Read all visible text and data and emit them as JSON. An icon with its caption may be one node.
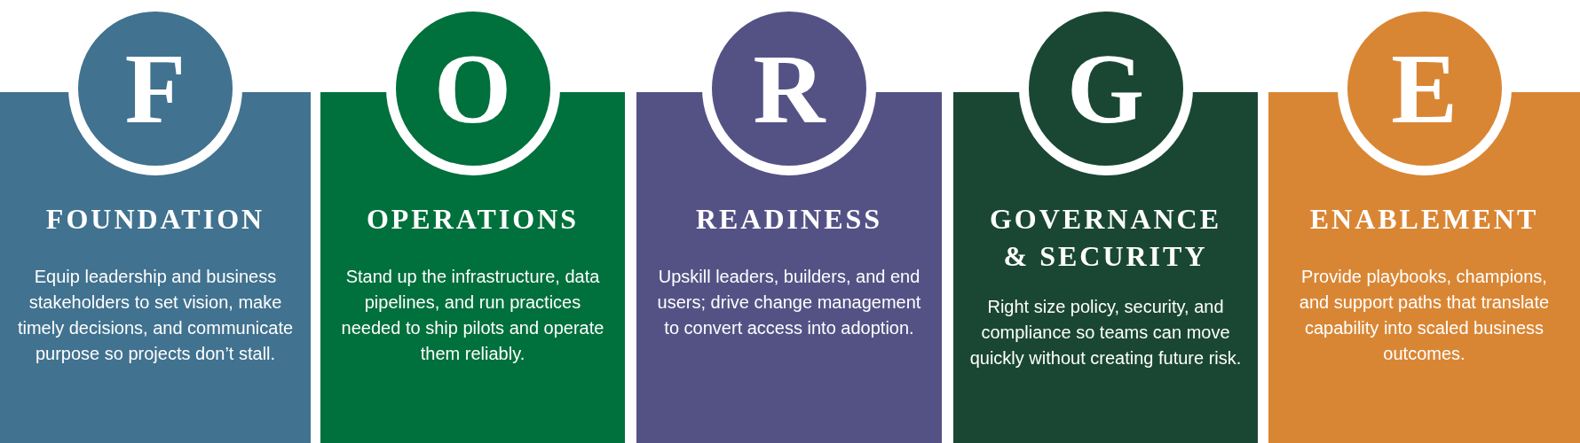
{
  "diagram": {
    "nodes": [
      {
        "text": [
          "FOUNDATION",
          "Equip leadership and business stakeholders to set vision, make timely decisions, and communicate purpose so projects don’t stall."
        ]
      },
      {
        "text": [
          "F"
        ],
        "in": 0
      },
      {
        "text": [
          "OPERATIONS",
          "Stand up the infrastructure, data pipelines, and run practices needed to ship pilots and operate them reliably."
        ]
      },
      {
        "text": [
          "O"
        ],
        "in": 2
      },
      {
        "text": [
          "READINESS",
          "Upskill leaders, builders, and end users; drive change management to convert access into adoption."
        ]
      },
      {
        "text": [
          "R"
        ],
        "in": 4
      },
      {
        "text": [
          "GOVERNANCE & SECURITY",
          "Right size policy, security, and compliance so teams can move quickly without creating future risk."
        ]
      },
      {
        "text": [
          "G"
        ],
        "in": 6
      },
      {
        "text": [
          "ENABLEMENT",
          "Provide playbooks, champions, and support paths that translate capability into scaled business outcomes."
        ]
      },
      {
        "text": [
          "E"
        ],
        "in": 8
      }
    ],
    "edges": []
  }
}
